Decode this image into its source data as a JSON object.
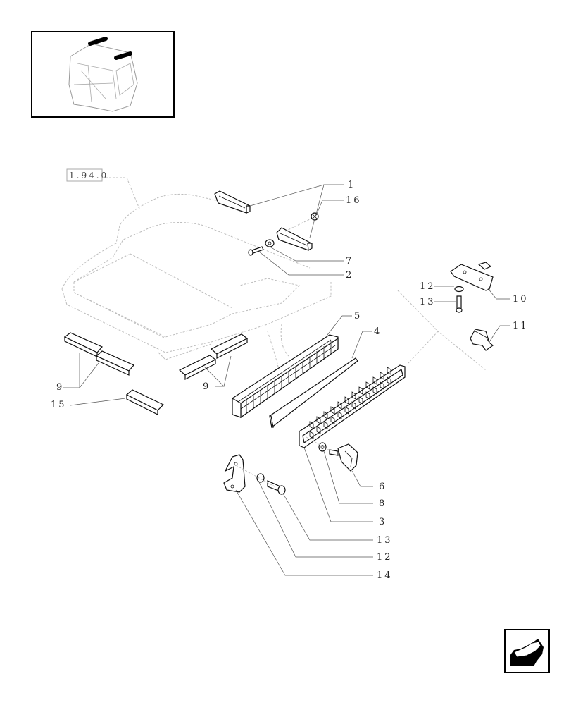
{
  "reference_label": "1.94.0",
  "callouts": {
    "c1": "1",
    "c16": "16",
    "c7": "7",
    "c2": "2",
    "c5": "5",
    "c4": "4",
    "c12a": "12",
    "c13a": "13",
    "c10": "10",
    "c11": "11",
    "c9a": "9",
    "c9b": "9",
    "c15": "15",
    "c6": "6",
    "c8": "8",
    "c3": "3",
    "c13b": "13",
    "c12b": "12",
    "c14": "14"
  },
  "icons": {
    "thumbnail": "tractor-cab-thumbnail-icon",
    "nav": "back-arrow-icon"
  }
}
